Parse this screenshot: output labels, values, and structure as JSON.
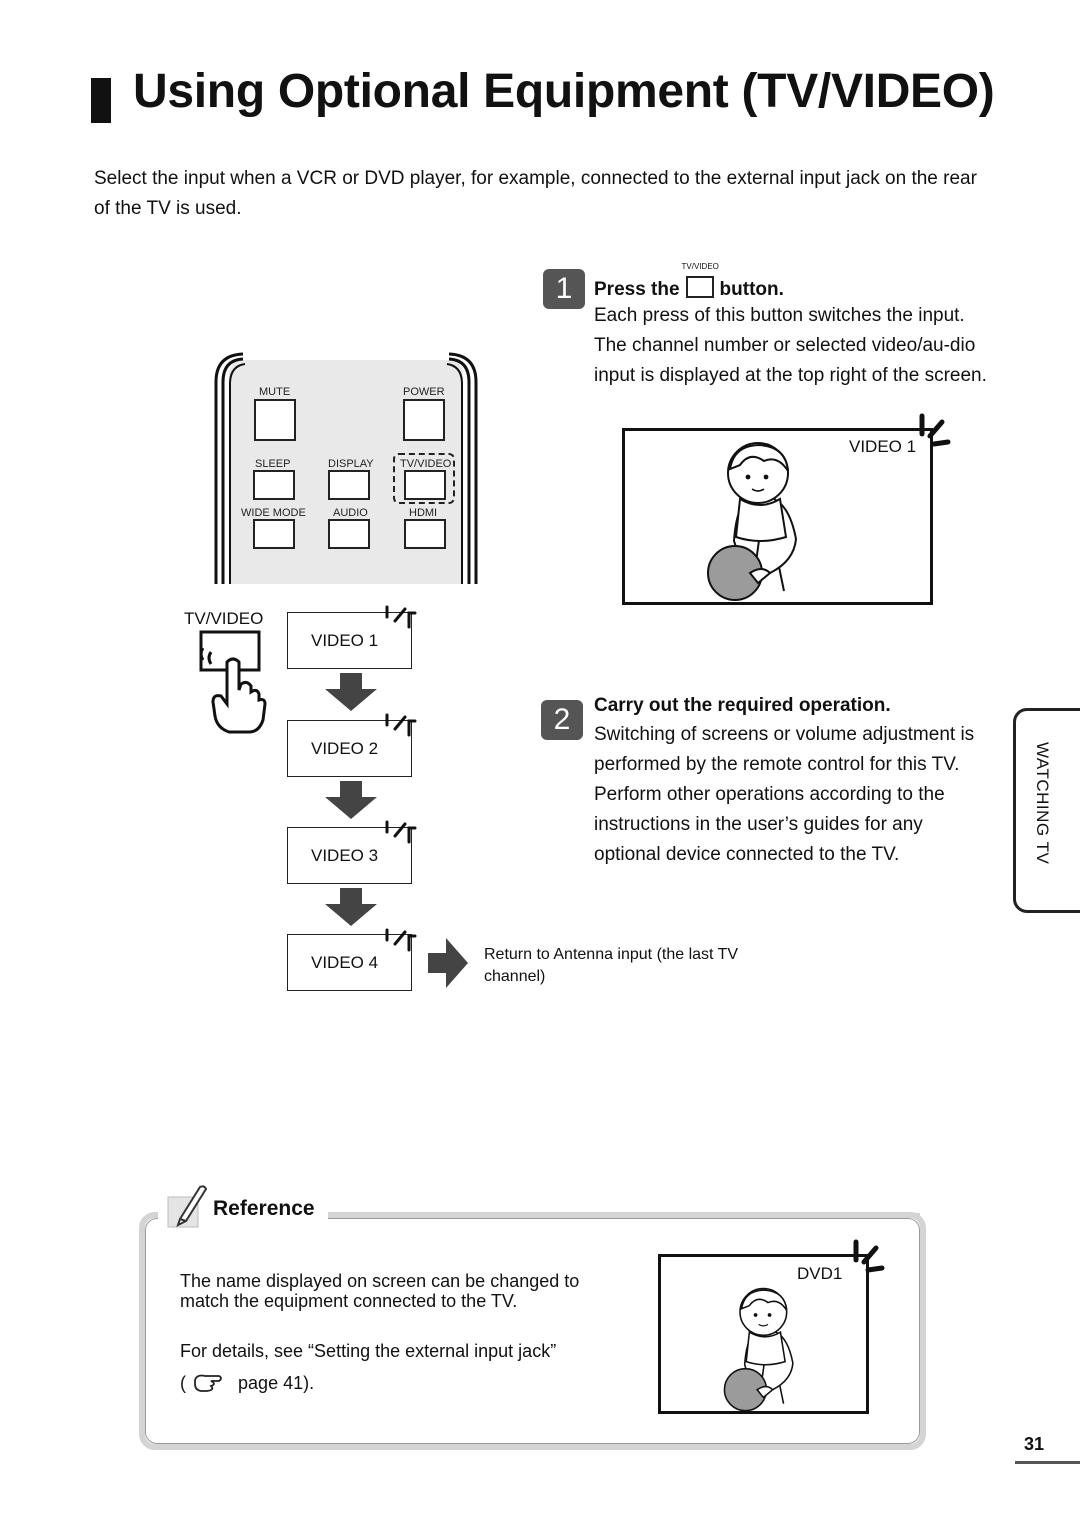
{
  "title": "Using Optional Equipment (TV/VIDEO)",
  "intro": "Select the input when a VCR or DVD player, for example, connected to the external input jack on the rear of the TV is used.",
  "step1": {
    "number": "1",
    "head_before": "Press the",
    "head_after": "button.",
    "button_caption": "TV/VIDEO",
    "body": "Each press of this button switches the input. The channel number or selected video/au-dio input is displayed at the top right of the screen.",
    "screen_label": "VIDEO 1"
  },
  "step2": {
    "number": "2",
    "head": "Carry out the required operation.",
    "body": "Switching of screens or volume adjustment is performed by the remote control for this TV. Perform other operations according to the instructions in the user’s guides for any optional device connected to the TV."
  },
  "remote": {
    "labels": {
      "mute": "MUTE",
      "power": "POWER",
      "sleep": "SLEEP",
      "display": "DISPLAY",
      "tvvideo": "TV/VIDEO",
      "widemode": "WIDE MODE",
      "audio": "AUDIO",
      "hdmi": "HDMI"
    }
  },
  "flow": {
    "button_label": "TV/VIDEO",
    "items": [
      "VIDEO 1",
      "VIDEO 2",
      "VIDEO 3",
      "VIDEO 4"
    ],
    "return_text": "Return to Antenna input (the last TV channel)"
  },
  "side_tab": "WATCHING TV",
  "reference": {
    "title": "Reference",
    "text1": "The name displayed on screen can be changed to match the equipment connected to the TV.",
    "text2_before": "For details, see “Setting the external input jack”",
    "text2_open": "(",
    "text2_after": "page 41).",
    "screen_label": "DVD1"
  },
  "page_number": "31",
  "icons": [
    "pointing-hand-icon",
    "down-arrow-icon",
    "right-arrow-icon",
    "pencil-memo-icon",
    "reference-hand-icon",
    "sparkle-icon",
    "child-with-ball-illustration"
  ]
}
